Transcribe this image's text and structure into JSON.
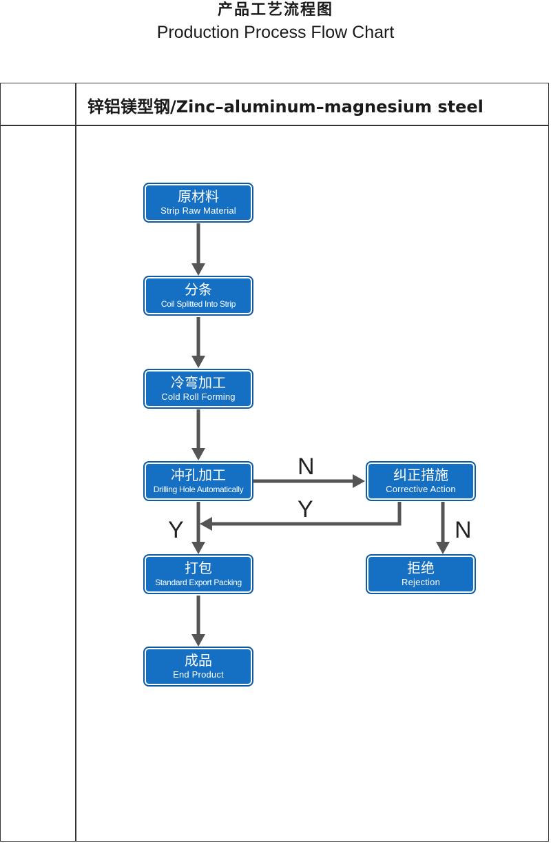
{
  "title": {
    "cn": "产品工艺流程图",
    "en": "Production Process Flow Chart"
  },
  "table": {
    "header": "锌铝镁型钢/Zinc–aluminum–magnesium steel"
  },
  "flow": {
    "raw_material": {
      "cn": "原材料",
      "en": "Strip Raw Material"
    },
    "splitting": {
      "cn": "分条",
      "en": "Coil Splitted Into Strip"
    },
    "cold_roll": {
      "cn": "冷弯加工",
      "en": "Cold Roll Forming"
    },
    "drilling": {
      "cn": "冲孔加工",
      "en": "Drilling Hole Automatically"
    },
    "corrective": {
      "cn": "纠正措施",
      "en": "Corrective Action"
    },
    "packing": {
      "cn": "打包",
      "en": "Standard Export Packing"
    },
    "rejection": {
      "cn": "拒绝",
      "en": "Rejection"
    },
    "end_product": {
      "cn": "成品",
      "en": "End Product"
    },
    "labels": {
      "no_to_corrective": "N",
      "yes_back": "Y",
      "yes_to_packing": "Y",
      "no_to_reject": "N"
    }
  },
  "colors": {
    "box_fill": "#1570c4",
    "arrow": "#555555"
  }
}
